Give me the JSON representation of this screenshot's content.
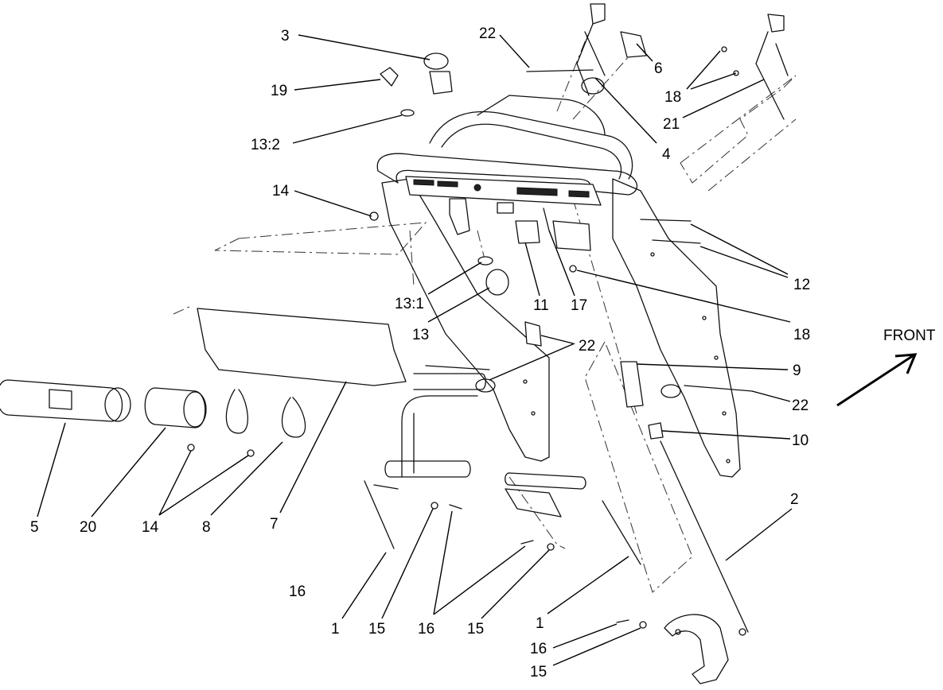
{
  "labels": {
    "c1": "3",
    "c2": "22",
    "c3": "6",
    "c4": "19",
    "c5": "18",
    "c6": "13:2",
    "c7": "21",
    "c8": "4",
    "c9": "14",
    "c10": "12",
    "c11": "13:1",
    "c12": "11",
    "c13": "17",
    "c14": "13",
    "c15": "18",
    "c16": "22",
    "c17": "9",
    "c18": "22",
    "c19": "10",
    "c20": "5",
    "c21": "20",
    "c22": "14",
    "c23": "8",
    "c24": "7",
    "c25": "2",
    "c26": "16",
    "c27": "1",
    "c28": "15",
    "c29": "16",
    "c30": "15",
    "c31": "1",
    "c32": "16",
    "c33": "15"
  },
  "direction": {
    "label": "FRONT"
  }
}
